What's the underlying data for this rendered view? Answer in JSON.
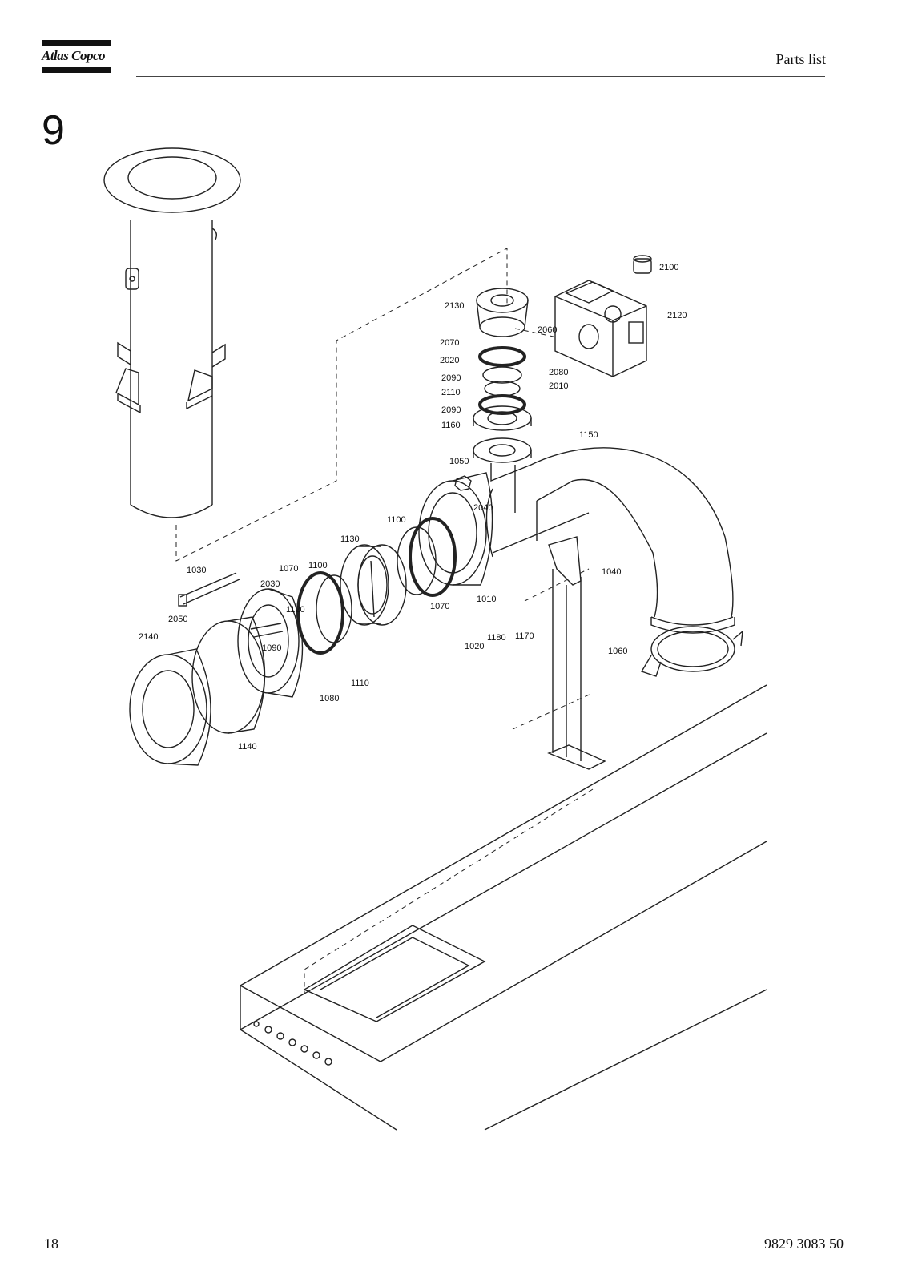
{
  "header": {
    "brand": "Atlas Copco",
    "title": "Parts list"
  },
  "section": {
    "number": "9"
  },
  "callouts": [
    {
      "id": "2100"
    },
    {
      "id": "2130"
    },
    {
      "id": "2120"
    },
    {
      "id": "2070"
    },
    {
      "id": "2060"
    },
    {
      "id": "2020"
    },
    {
      "id": "2080"
    },
    {
      "id": "2090"
    },
    {
      "id": "2010"
    },
    {
      "id": "2110"
    },
    {
      "id": "2090"
    },
    {
      "id": "1160"
    },
    {
      "id": "1150"
    },
    {
      "id": "1050"
    },
    {
      "id": "2040"
    },
    {
      "id": "1100"
    },
    {
      "id": "1130"
    },
    {
      "id": "1040"
    },
    {
      "id": "1030"
    },
    {
      "id": "1070"
    },
    {
      "id": "1100"
    },
    {
      "id": "2030"
    },
    {
      "id": "1010"
    },
    {
      "id": "1120"
    },
    {
      "id": "1070"
    },
    {
      "id": "2050"
    },
    {
      "id": "1180"
    },
    {
      "id": "1170"
    },
    {
      "id": "2140"
    },
    {
      "id": "1090"
    },
    {
      "id": "1020"
    },
    {
      "id": "1060"
    },
    {
      "id": "1110"
    },
    {
      "id": "1080"
    },
    {
      "id": "1140"
    }
  ],
  "footer": {
    "page_number": "18",
    "document_number": "9829 3083 50"
  }
}
